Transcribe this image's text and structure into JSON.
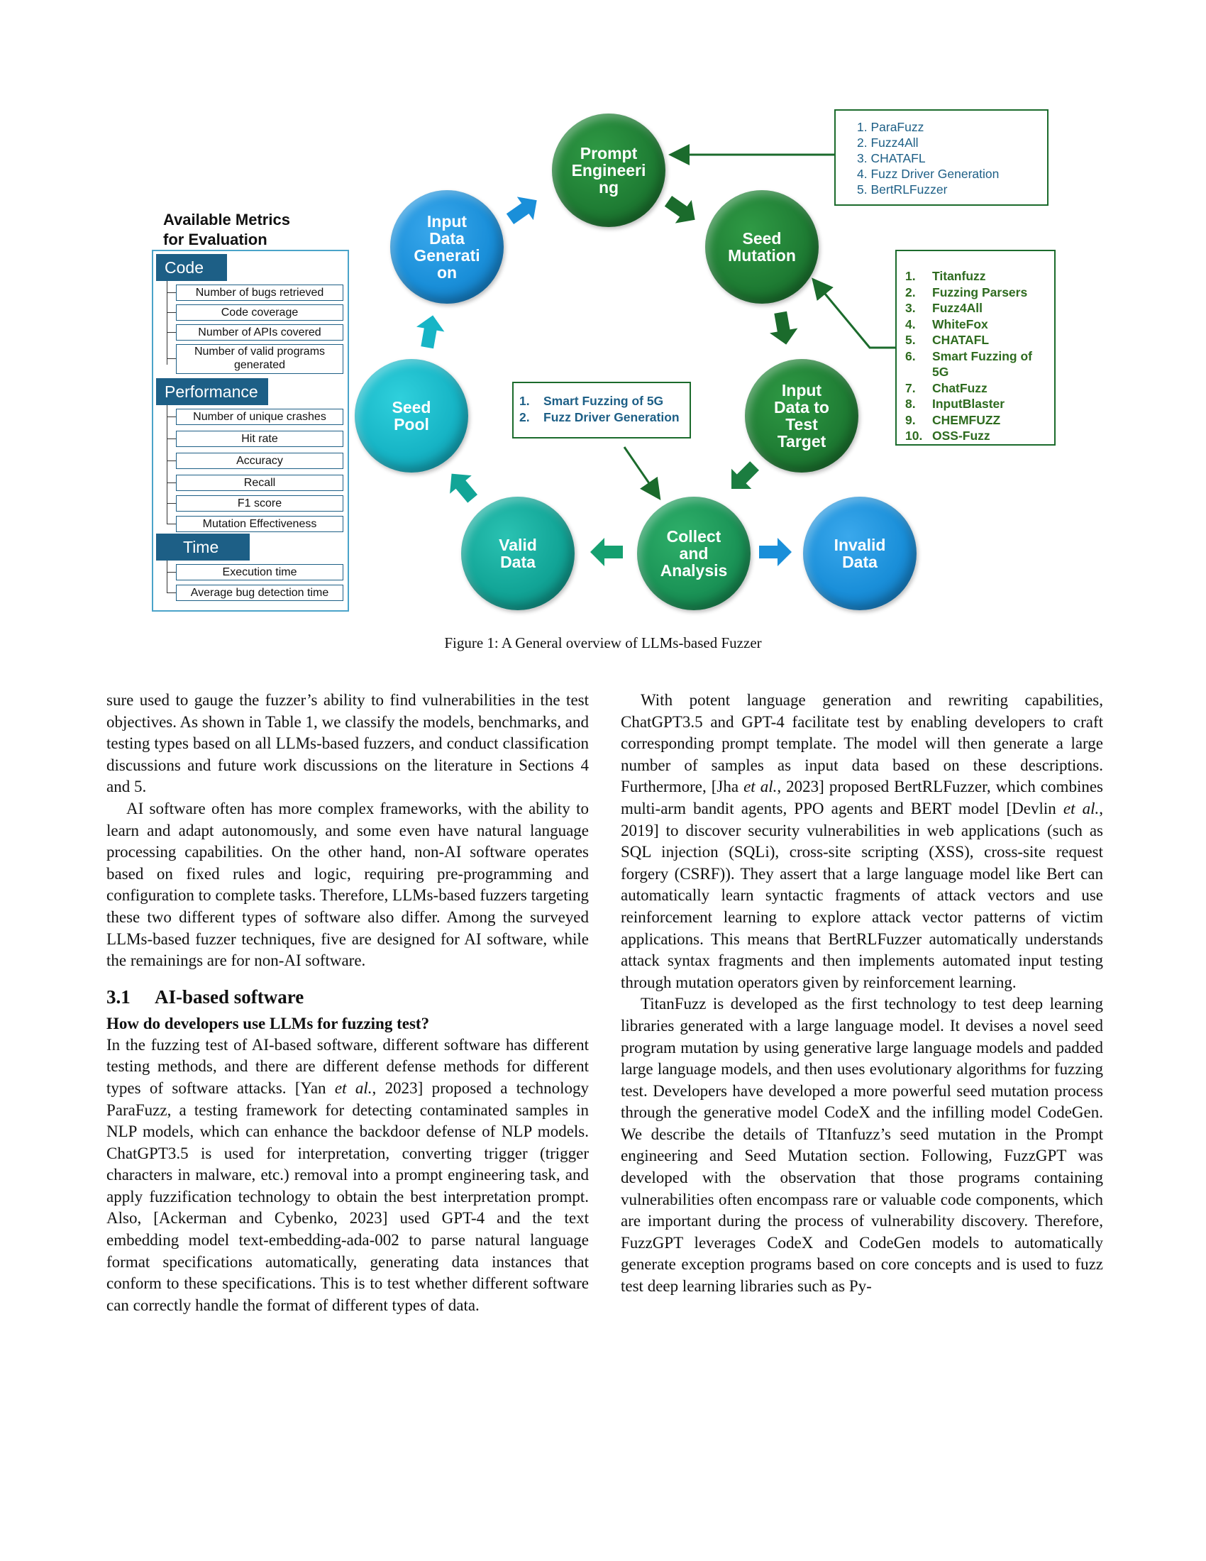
{
  "figure": {
    "metrics_title_line1": "Available Metrics",
    "metrics_title_line2": "for Evaluation",
    "groups": [
      {
        "name": "Code",
        "items": [
          "Number of bugs retrieved",
          "Code coverage",
          "Number of APIs covered",
          "Number of valid programs",
          "generated"
        ]
      },
      {
        "name": "Performance",
        "items": [
          "Number of unique crashes",
          "Hit rate",
          "Accuracy",
          "Recall",
          "F1 score",
          "Mutation Effectiveness"
        ]
      },
      {
        "name": "Time",
        "items": [
          "Execution time",
          "Average bug detection time"
        ]
      }
    ],
    "nodes": {
      "prompt": [
        "Prompt",
        "Engineeri",
        "ng"
      ],
      "seed_mutation": [
        "Seed",
        "Mutation"
      ],
      "input_target": [
        "Input",
        "Data to",
        "Test",
        "Target"
      ],
      "collect": [
        "Collect",
        "and",
        "Analysis"
      ],
      "invalid": [
        "Invalid",
        "Data"
      ],
      "valid": [
        "Valid",
        "Data"
      ],
      "seed_pool": [
        "Seed",
        "Pool"
      ],
      "input_gen": [
        "Input",
        "Data",
        "Generati",
        "on"
      ]
    },
    "prompt_list": [
      "1. ParaFuzz",
      "2. Fuzz4All",
      "3. CHATAFL",
      "4. Fuzz Driver Generation",
      "5. BertRLFuzzer"
    ],
    "mutation_list": [
      {
        "n": "1.",
        "t": "Titanfuzz"
      },
      {
        "n": "2.",
        "t": "Fuzzing Parsers"
      },
      {
        "n": "3.",
        "t": "Fuzz4All"
      },
      {
        "n": "4.",
        "t": "WhiteFox"
      },
      {
        "n": "5.",
        "t": "CHATAFL"
      },
      {
        "n": "6.",
        "t": "Smart Fuzzing of"
      },
      {
        "n": "",
        "t": "5G"
      },
      {
        "n": "7.",
        "t": "ChatFuzz"
      },
      {
        "n": "8.",
        "t": "InputBlaster"
      },
      {
        "n": "9.",
        "t": "CHEMFUZZ"
      },
      {
        "n": "10.",
        "t": "OSS-Fuzz"
      }
    ],
    "collect_list": [
      {
        "n": "1.",
        "t": "Smart Fuzzing of 5G"
      },
      {
        "n": "2.",
        "t": "Fuzz Driver Generation"
      }
    ],
    "caption": "Figure 1: A General overview of LLMs-based Fuzzer",
    "colors": {
      "green": "#1f7d34",
      "teal": "#12a597",
      "blue": "#1a8fd9",
      "panel": "#1d5f86"
    }
  },
  "left_column": {
    "p1": "sure used to gauge the fuzzer’s ability to find vulnerabilities in the test objectives. As shown in Table 1, we classify the models, benchmarks, and testing types based on all LLMs-based fuzzers, and conduct classification discussions and future work discussions on the literature in Sections 4 and 5.",
    "p2": "AI software often has more complex frameworks, with the ability to learn and adapt autonomously, and some even have natural language processing capabilities. On the other hand, non-AI software operates based on fixed rules and logic, requiring pre-programming and configuration to complete tasks. Therefore, LLMs-based fuzzers targeting these two different types of software also differ. Among the surveyed LLMs-based fuzzer techniques, five are designed for AI software, while the remainings are for non-AI software.",
    "section_num": "3.1",
    "section_title": "AI-based software",
    "subsection": "How do developers use LLMs for fuzzing test?",
    "p3_a": "In the fuzzing test of AI-based software, different software has different testing methods, and there are different defense methods for different types of software attacks. [Yan ",
    "p3_etal1": "et al.",
    "p3_b": ", 2023] proposed a technology ParaFuzz, a testing framework for detecting contaminated samples in NLP models, which can enhance the backdoor defense of NLP models. ChatGPT3.5 is used for interpretation, converting trigger (trigger characters in malware, etc.) removal into a prompt engineering task, and apply fuzzification technology to obtain the best interpretation prompt. Also, [Ackerman and Cybenko, 2023] used GPT-4 and the text embedding model text-embedding-ada-002 to parse natural language format specifications automatically, generating data instances that conform to these specifications. This is to test whether different software can correctly handle the format of different types of data."
  },
  "right_column": {
    "p1_a": "With potent language generation and rewriting capabilities, ChatGPT3.5 and GPT-4 facilitate test by enabling developers to craft corresponding prompt template. The model will then generate a large number of samples as input data based on these descriptions. Furthermore, [Jha ",
    "p1_etal1": "et al.",
    "p1_b": ", 2023] proposed BertRLFuzzer, which combines multi-arm bandit agents, PPO agents and BERT model [Devlin ",
    "p1_etal2": "et al.",
    "p1_c": ", 2019] to discover security vulnerabilities in web applications (such as SQL injection (SQLi), cross-site scripting (XSS), cross-site request forgery (CSRF)). They assert that a large language model like Bert can automatically learn syntactic fragments of attack vectors and use reinforcement learning to explore attack vector patterns of victim applications. This means that BertRLFuzzer automatically understands attack syntax fragments and then implements automated input testing through mutation operators given by reinforcement learning.",
    "p2": "TitanFuzz is developed as the first technology to test deep learning libraries generated with a large language model. It devises a novel seed program mutation by using generative large language models and padded large language models, and then uses evolutionary algorithms for fuzzing test. Developers have developed a more powerful seed mutation process through the generative model CodeX and the infilling model CodeGen. We describe the details of TItanfuzz’s seed mutation in the Prompt engineering and Seed Mutation section. Following, FuzzGPT was developed with the observation that those programs containing vulnerabilities often encompass rare or valuable code components, which are important during the process of vulnerability discovery. Therefore, FuzzGPT leverages CodeX and CodeGen models to automatically generate exception programs based on core concepts and is used to fuzz test deep learning libraries such as Py-"
  }
}
